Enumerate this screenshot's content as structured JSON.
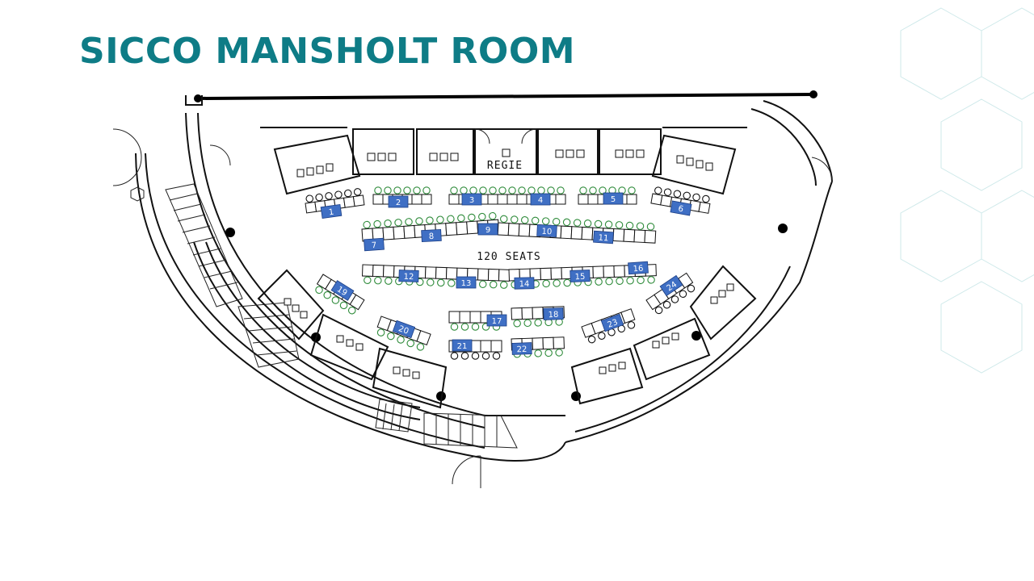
{
  "page": {
    "title": "SICCO MANSHOLT ROOM"
  },
  "plan": {
    "regie_label": "REGIE",
    "capacity_label": "120 SEATS",
    "colors": {
      "title": "#0e7c86",
      "position_tag": "#3f6fc4",
      "seat_outline": "#2e8b3a"
    },
    "position_labels": [
      "1",
      "2",
      "3",
      "4",
      "5",
      "6",
      "7",
      "8",
      "9",
      "10",
      "11",
      "12",
      "13",
      "14",
      "15",
      "16",
      "17",
      "18",
      "19",
      "20",
      "21",
      "22",
      "23",
      "24"
    ]
  }
}
